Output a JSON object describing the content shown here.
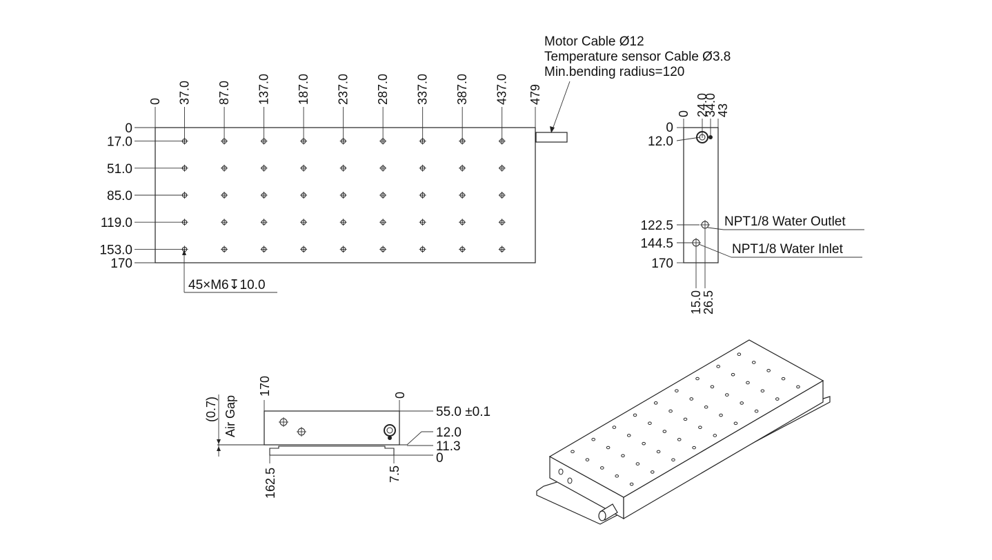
{
  "front_view": {
    "x_labels": [
      "0",
      "37.0",
      "87.0",
      "137.0",
      "187.0",
      "237.0",
      "287.0",
      "337.0",
      "387.0",
      "437.0",
      "479"
    ],
    "y_labels": [
      "0",
      "17.0",
      "51.0",
      "85.0",
      "119.0",
      "153.0",
      "170"
    ],
    "hole_columns": [
      37,
      87,
      137,
      187,
      237,
      287,
      337,
      387,
      437
    ],
    "hole_rows": [
      17,
      51,
      85,
      119,
      153
    ],
    "width": 479,
    "height": 170,
    "hole_callout": "45×M6↧10.0"
  },
  "cable_note": {
    "lines": [
      "Motor Cable Ø12",
      "Temperature sensor Cable Ø3.8",
      "Min.bending radius=120"
    ]
  },
  "side_view": {
    "top_labels": [
      "0",
      "24.0",
      "34.0",
      "43"
    ],
    "left_labels": [
      "0",
      "12.0",
      "122.5",
      "144.5",
      "170"
    ],
    "bottom_labels": [
      "15.0",
      "26.5"
    ],
    "outlet_label": "NPT1/8 Water Outlet",
    "inlet_label": "NPT1/8 Water Inlet"
  },
  "end_view": {
    "air_gap_value": "(0.7)",
    "air_gap_label": "Air Gap",
    "top_left_label": "170",
    "top_right_label": "0",
    "height_label": "55.0 ±0.1",
    "right_labels": [
      "12.0",
      "11.3",
      "0"
    ],
    "bottom_labels": [
      "162.5",
      "7.5"
    ]
  }
}
